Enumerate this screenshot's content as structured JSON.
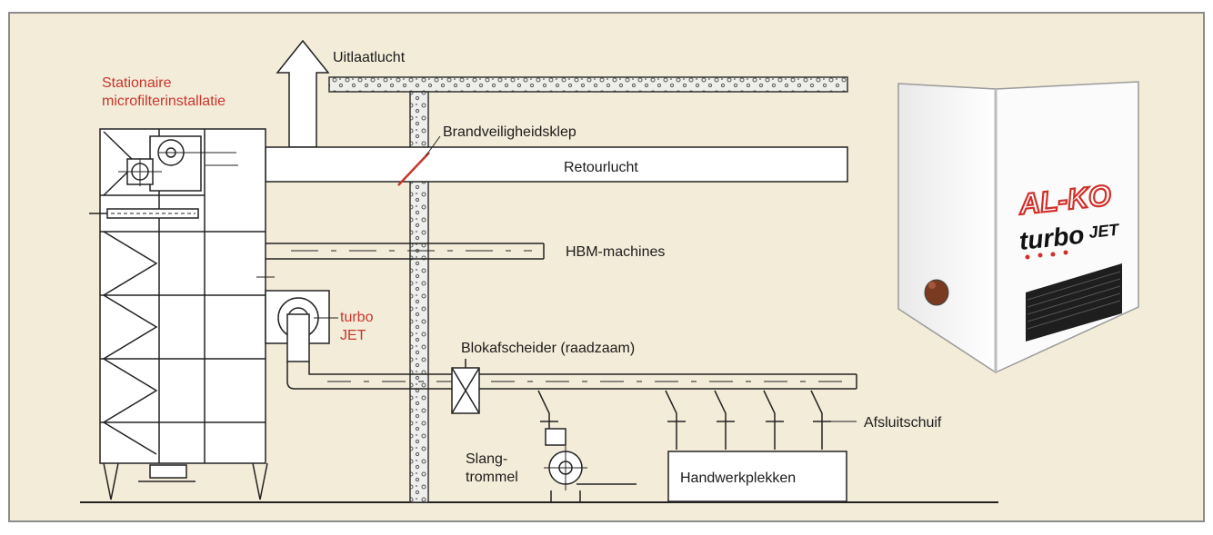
{
  "colors": {
    "background": "#f3ecd9",
    "frame": "#8c8c8c",
    "line": "#2b2b2b",
    "accent_red": "#c8362c",
    "cabinet_white": "#fbfbfb"
  },
  "labels": {
    "uitlaatlucht": "Uitlaatlucht",
    "stationaire_line1": "Stationaire",
    "stationaire_line2": "microfilterinstallatie",
    "brandveiligheidsklep": "Brandveiligheidsklep",
    "retourlucht": "Retourlucht",
    "hbm_machines": "HBM-machines",
    "turbo_line1": "turbo",
    "turbo_line2": "JET",
    "blokafscheider": "Blokafscheider (raadzaam)",
    "afsluitschuif": "Afsluitschuif",
    "slang_line1": "Slang-",
    "slang_line2": "trommel",
    "handwerkplekken": "Handwerkplekken"
  },
  "product": {
    "brand": "AL-KO",
    "model_word1": "turbo",
    "model_word2": "JET"
  }
}
